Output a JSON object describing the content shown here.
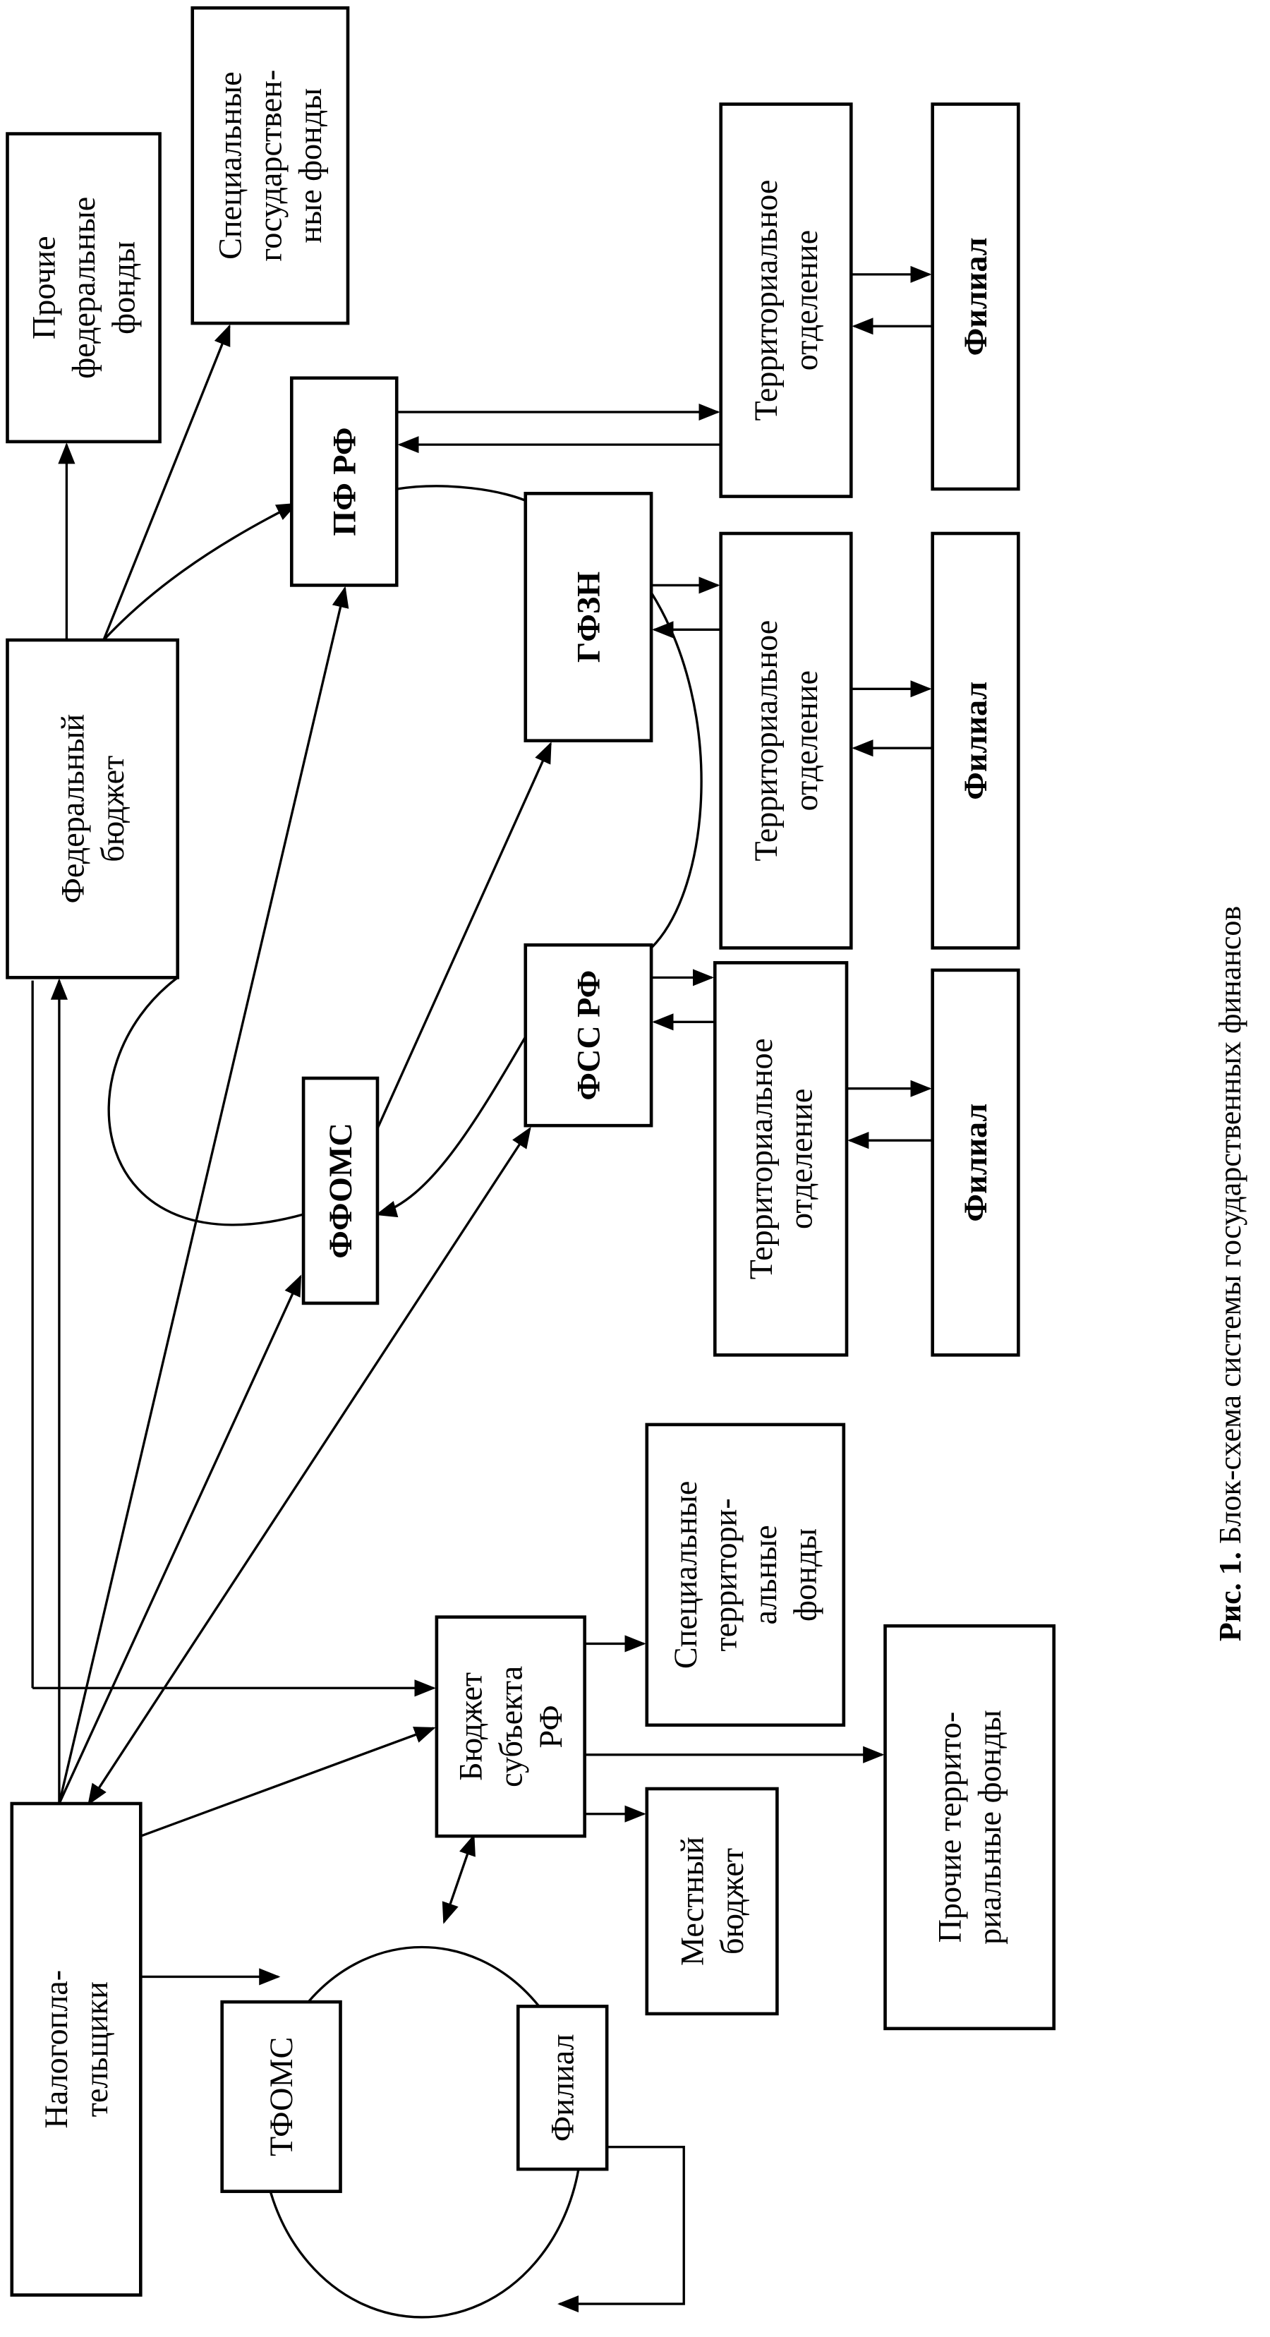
{
  "boxes": [
    {
      "id": "prochie-fed",
      "lines": [
        "Прочие",
        "федеральные",
        "фонды"
      ],
      "bold": false
    },
    {
      "id": "spec-gos",
      "lines": [
        "Специальные",
        "государствен-",
        "ные фонды"
      ],
      "bold": false
    },
    {
      "id": "fed-budget",
      "lines": [
        "Федеральный",
        "бюджет"
      ],
      "bold": false
    },
    {
      "id": "pf-rf",
      "lines": [
        "ПФ РФ"
      ],
      "bold": true
    },
    {
      "id": "gfzn",
      "lines": [
        "ГФЗН"
      ],
      "bold": true
    },
    {
      "id": "ffoms",
      "lines": [
        "ФФОМС"
      ],
      "bold": true
    },
    {
      "id": "fss-rf",
      "lines": [
        "ФСС РФ"
      ],
      "bold": true
    },
    {
      "id": "terr-1",
      "lines": [
        "Территориальное",
        "отделение"
      ],
      "bold": false
    },
    {
      "id": "terr-2",
      "lines": [
        "Территориальное",
        "отделение"
      ],
      "bold": false
    },
    {
      "id": "terr-3",
      "lines": [
        "Территориальное",
        "отделение"
      ],
      "bold": false
    },
    {
      "id": "filial-1",
      "lines": [
        "Филиал"
      ],
      "bold": true
    },
    {
      "id": "filial-2",
      "lines": [
        "Филиал"
      ],
      "bold": true
    },
    {
      "id": "filial-3",
      "lines": [
        "Филиал"
      ],
      "bold": true
    },
    {
      "id": "taxpayers",
      "lines": [
        "Налогопла-",
        "тельщики"
      ],
      "bold": false
    },
    {
      "id": "subject-budget",
      "lines": [
        "Бюджет",
        "субъекта",
        "РФ"
      ],
      "bold": false
    },
    {
      "id": "spec-terr",
      "lines": [
        "Специальные",
        "территори-",
        "альные",
        "фонды"
      ],
      "bold": false
    },
    {
      "id": "prochie-terr",
      "lines": [
        "Прочие террито-",
        "риальные фонды"
      ],
      "bold": false
    },
    {
      "id": "local-budget",
      "lines": [
        "Местный",
        "бюджет"
      ],
      "bold": false
    },
    {
      "id": "tfoms",
      "lines": [
        "ТФОМС"
      ],
      "bold": false
    },
    {
      "id": "filial-tfoms",
      "lines": [
        "Филиал"
      ],
      "bold": false
    }
  ],
  "caption": {
    "label": "Рис. 1.",
    "text": " Блок-схема системы государственных финансов"
  }
}
